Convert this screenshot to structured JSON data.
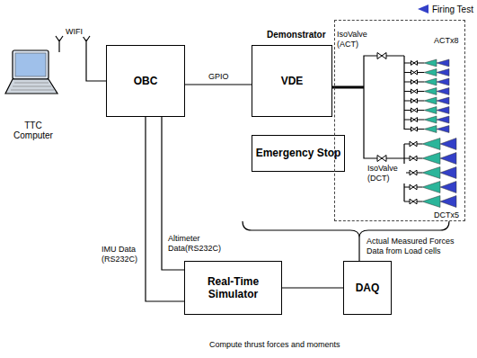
{
  "diagram": {
    "nodes": [
      {
        "text": [
          "TTC Computer"
        ]
      },
      {
        "text": [
          "OBC"
        ]
      },
      {
        "text": [
          "VDE"
        ]
      },
      {
        "text": [
          "Emergency Stop"
        ]
      },
      {
        "text": [
          "Demonstrator"
        ]
      },
      {
        "text": [
          "Real-Time Simulator"
        ]
      },
      {
        "text": [
          "DAQ"
        ]
      }
    ],
    "edges": [
      {
        "from": 1,
        "to": 2,
        "arrow": "none",
        "label": "GPIO"
      },
      {
        "from": 5,
        "to": 1,
        "arrow": "none",
        "label": "IMU Data (RS232C)"
      },
      {
        "from": 5,
        "to": 1,
        "arrow": "none",
        "label": "Altimeter Data(RS232C)"
      },
      {
        "from": 6,
        "to": 5,
        "arrow": "none"
      },
      {
        "from": 2,
        "to": 4,
        "arrow": "none"
      }
    ],
    "labels": [
      "WIFI",
      "Actual Measured Forces Data from Load cells",
      "Compute thrust forces and moments",
      "IsoValve (ACT)",
      "IsoValve (DCT)",
      "ACTx8",
      "DCTx5"
    ],
    "legend": [
      {
        "text": "Firing Test"
      }
    ]
  }
}
